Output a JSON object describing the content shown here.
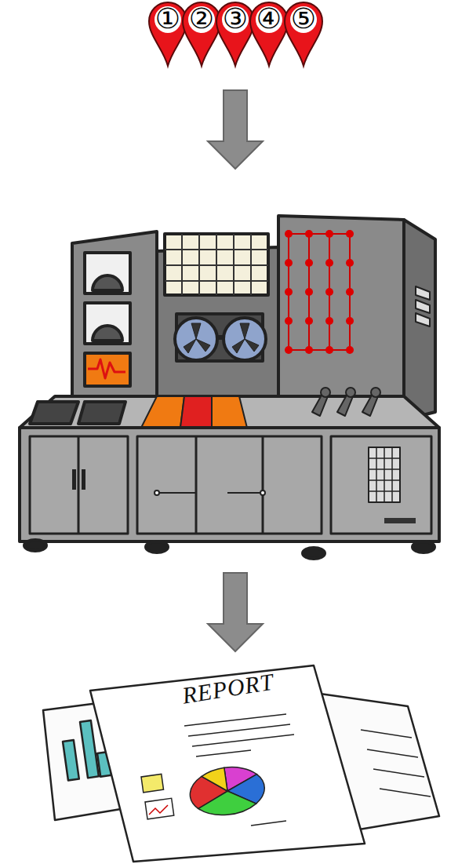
{
  "diagram": {
    "nodes": [
      {
        "text": [
          "①"
        ]
      },
      {
        "text": [
          "②"
        ]
      },
      {
        "text": [
          "③"
        ]
      },
      {
        "text": [
          "④"
        ]
      },
      {
        "text": [
          "⑤"
        ]
      },
      {
        "text": [
          "REPORT"
        ]
      }
    ]
  }
}
